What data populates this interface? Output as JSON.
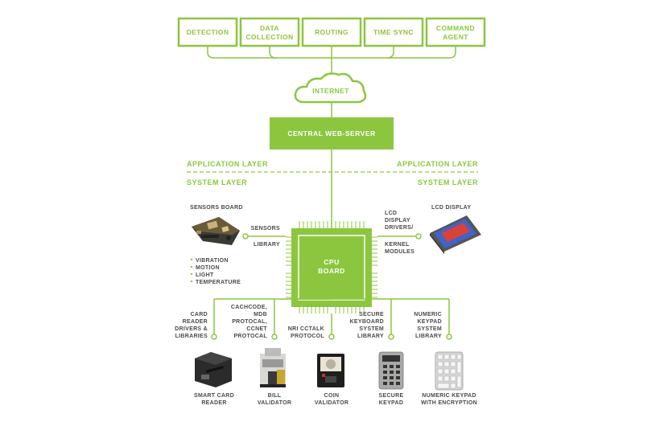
{
  "colors": {
    "accent": "#8cc63f",
    "text": "#4a4a4a"
  },
  "top_modules": [
    [
      "DETECTION"
    ],
    [
      "DATA",
      "COLLECTION"
    ],
    [
      "ROUTING"
    ],
    [
      "TIME SYNC"
    ],
    [
      "COMMAND",
      "AGENT"
    ]
  ],
  "internet_label": "INTERNET",
  "server_label": "CENTRAL WEB-SERVER",
  "layers": {
    "application_left": "APPLICATION LAYER",
    "application_right": "APPLICATION LAYER",
    "system_left": "SYSTEM LAYER",
    "system_right": "SYSTEM LAYER"
  },
  "cpu_label": [
    "CPU",
    "BOARD"
  ],
  "sensors_board": {
    "title": "SENSORS BOARD",
    "bullets": [
      "VIBRATION",
      "MOTION",
      "LIGHT",
      "TEMPERATURE"
    ],
    "link_label": [
      "SENSORS",
      "LIBRARY"
    ]
  },
  "lcd": {
    "title": "LCD DISPLAY",
    "link_label": [
      "LCD",
      "DISPLAY",
      "DRIVERS/",
      "KERNEL",
      "MODULES"
    ]
  },
  "bottom_links": [
    [
      "CARD",
      "READER",
      "DRIVERS &",
      "LIBRARIES"
    ],
    [
      "CACHCODE,",
      "MDB",
      "PROTOCAL,",
      "CCNET",
      "PROTOCAL"
    ],
    [
      "NRI CCTALK",
      "PROTOCOL"
    ],
    [
      "SECURE",
      "KEYBOARD",
      "SYSTEM",
      "LIBRARY"
    ],
    [
      "NUMERIC",
      "KEYPAD",
      "SYSTEM",
      "LIBRARY"
    ]
  ],
  "devices": [
    {
      "name": [
        "SMART CARD",
        "READER"
      ],
      "icon": "smart-card-reader-icon"
    },
    {
      "name": [
        "BILL",
        "VALIDATOR"
      ],
      "icon": "bill-validator-icon"
    },
    {
      "name": [
        "COIN",
        "VALIDATOR"
      ],
      "icon": "coin-validator-icon"
    },
    {
      "name": [
        "SECURE",
        "KEYPAD"
      ],
      "icon": "secure-keypad-icon"
    },
    {
      "name": [
        "NUMERIC KEYPAD",
        "WITH ENCRYPTION"
      ],
      "icon": "numeric-keypad-icon"
    }
  ]
}
